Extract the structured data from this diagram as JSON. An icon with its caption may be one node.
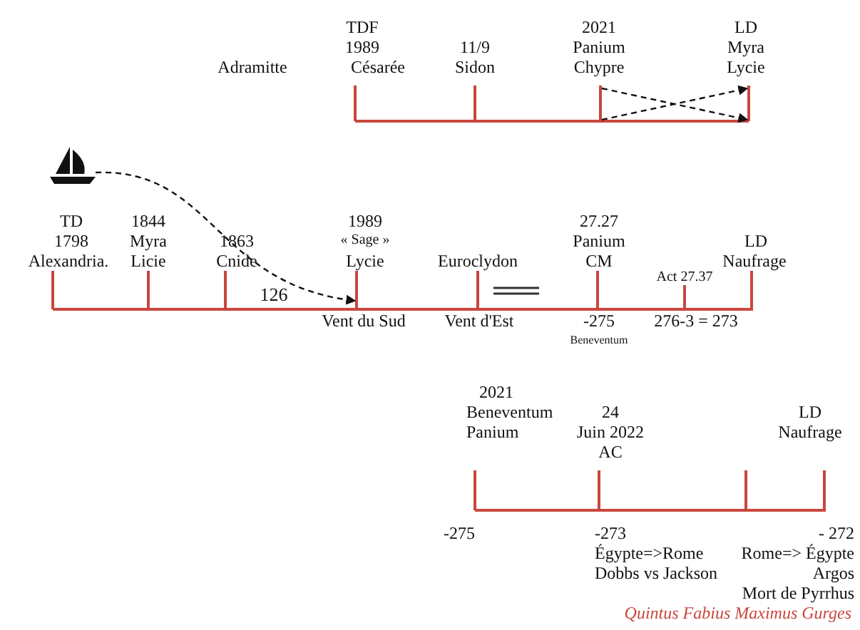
{
  "diagram": {
    "nodes": [
      {
        "text": [],
        "shape": "boat"
      },
      {
        "text": [],
        "shape": "line"
      },
      {
        "text": [],
        "shape": "line"
      },
      {
        "text": [],
        "shape": "line"
      }
    ],
    "edges": [
      {
        "from": 0,
        "to": 1,
        "arrow": "to",
        "style": "dashed"
      },
      {
        "from": 2,
        "to": 3,
        "arrow": "to",
        "style": "dashed"
      },
      {
        "from": 2,
        "to": 3,
        "arrow": "to",
        "style": "dashed"
      }
    ],
    "labels": [
      "TDF",
      "2021",
      "LD",
      "1989",
      "11/9",
      "Panium",
      "Myra",
      "Adramitte",
      "Césarée",
      "Sidon",
      "Chypre",
      "Lycie",
      "TD",
      "1844",
      "1989",
      "27.27",
      "1798",
      "Myra",
      "1863",
      "« Sage »",
      "Panium",
      "LD",
      "Alexandria.",
      "Licie",
      "Cnide",
      "Lycie",
      "Euroclydon",
      "CM",
      "Naufrage",
      "Act 27.37",
      "126",
      "Vent du Sud",
      "Vent d'Est",
      "-275",
      "276-3 = 273",
      "Beneventum",
      "2021",
      "Beneventum",
      "24",
      "LD",
      "Panium",
      "Juin 2022",
      "Naufrage",
      "AC",
      "-275",
      "-273",
      "- 272",
      "Égypte=>Rome",
      "Rome=> Égypte",
      "Dobbs vs Jackson",
      "Argos",
      "Mort de Pyrrhus",
      "Quintus Fabius Maximus Gurges"
    ]
  }
}
